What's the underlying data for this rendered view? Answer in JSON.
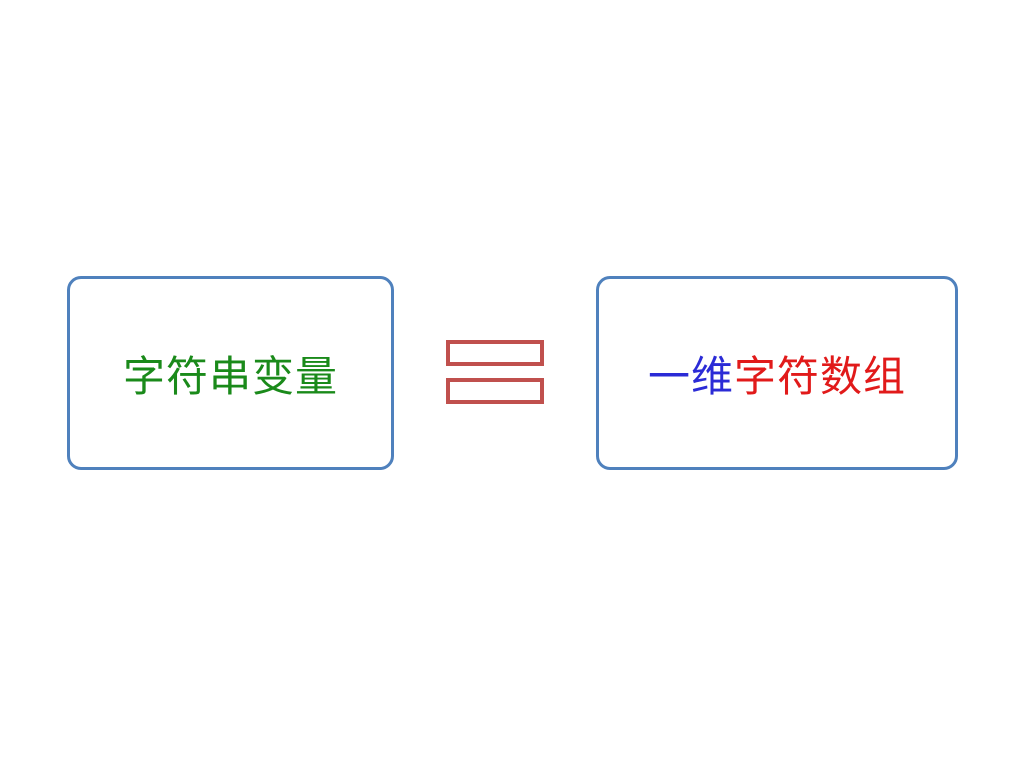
{
  "left_box": {
    "text": "字符串变量",
    "text_color": "#1a8a1a"
  },
  "equals": {
    "color": "#c0504d"
  },
  "right_box": {
    "segments": [
      {
        "text": "一维",
        "color": "#2b2bd6"
      },
      {
        "text": "字符数组",
        "color": "#e11a1a"
      }
    ]
  },
  "box_border_color": "#4f81bd"
}
